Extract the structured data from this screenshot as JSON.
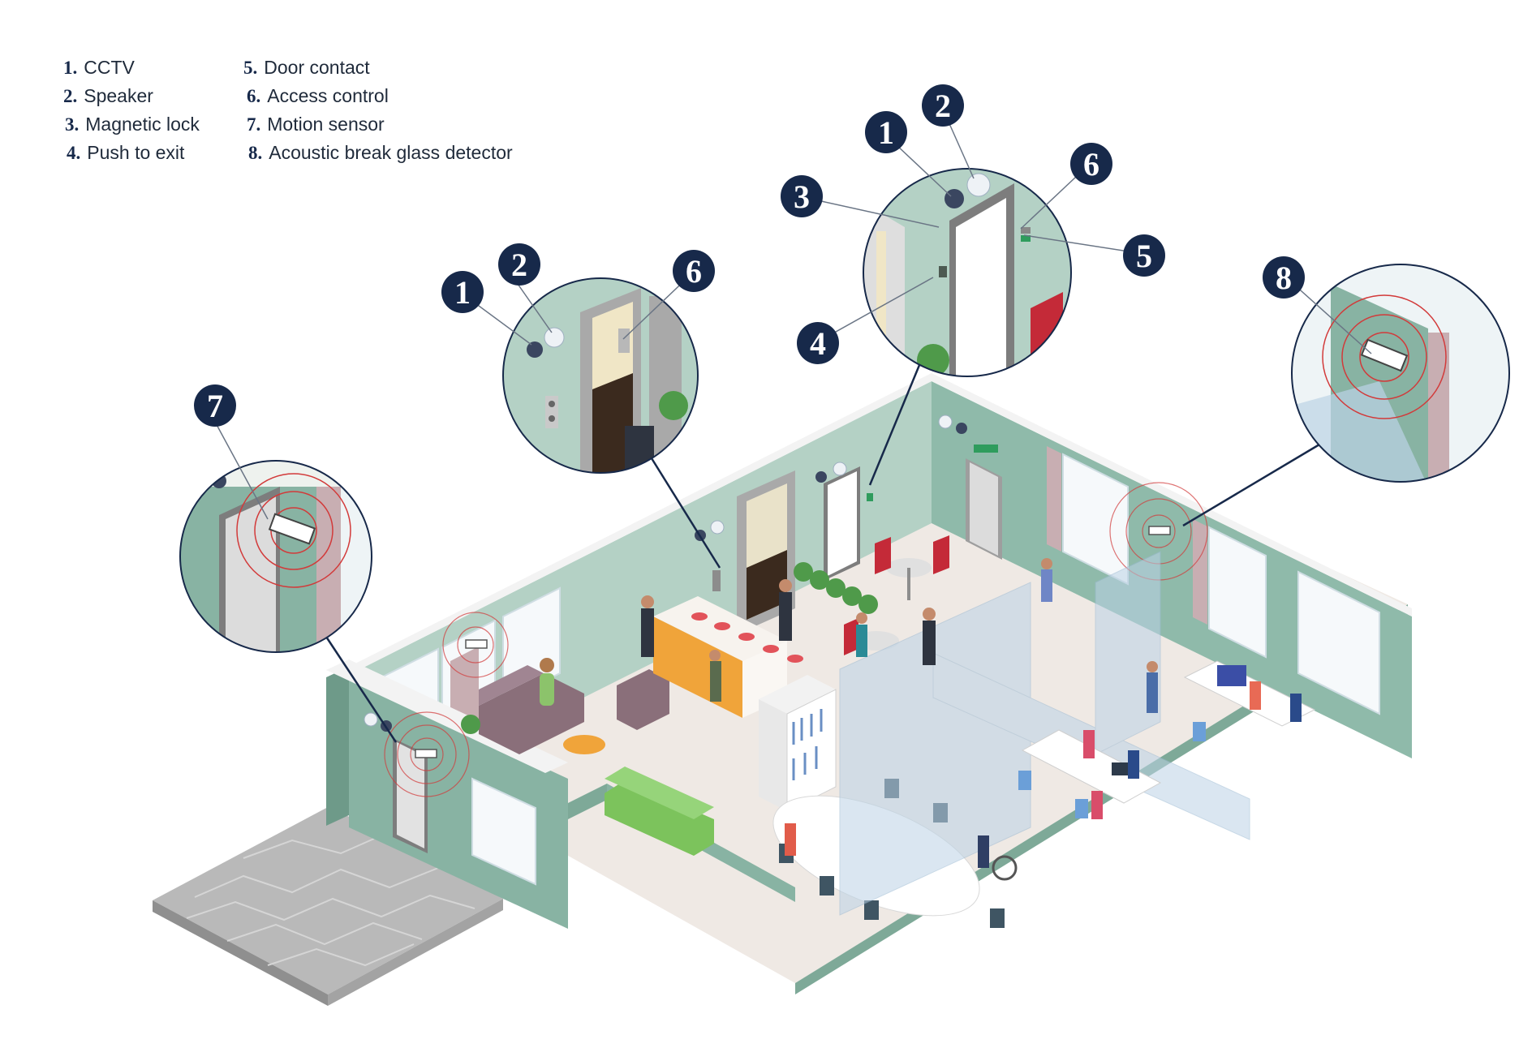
{
  "legend": [
    {
      "num": "1.",
      "label": "CCTV"
    },
    {
      "num": "2.",
      "label": "Speaker"
    },
    {
      "num": "3.",
      "label": "Magnetic lock"
    },
    {
      "num": "4.",
      "label": "Push to exit"
    },
    {
      "num": "5.",
      "label": "Door contact"
    },
    {
      "num": "6.",
      "label": "Access control"
    },
    {
      "num": "7.",
      "label": "Motion sensor"
    },
    {
      "num": "8.",
      "label": "Acoustic break glass detector"
    }
  ],
  "callouts": {
    "zoom_left": "7",
    "zoom_lift": [
      "1",
      "2",
      "6"
    ],
    "zoom_door": [
      "1",
      "2",
      "3",
      "4",
      "5",
      "6"
    ],
    "zoom_window": "8"
  },
  "colors": {
    "wall": "#88b3a3",
    "wall_light": "#b4d1c5",
    "floor": "#efe9e4",
    "badge": "#17294a",
    "glass": "#bcd3e6",
    "sofa": "#8a6f7a",
    "counter": "#f0a43a",
    "chair_red": "#c42a38",
    "sensor_ring": "#d23a3a"
  }
}
